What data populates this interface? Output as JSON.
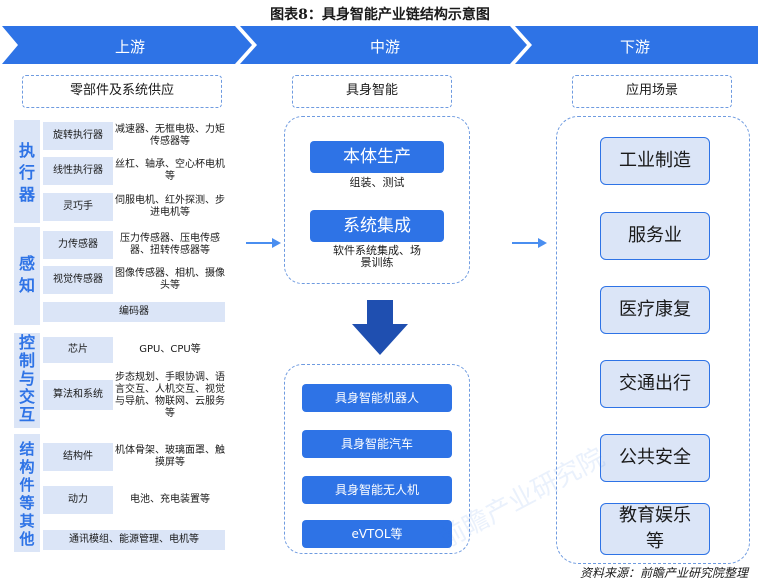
{
  "title": "图表8：具身智能产业链结构示意图",
  "stages": {
    "upstream": "上游",
    "midstream": "中游",
    "downstream": "下游"
  },
  "upstream": {
    "header": "零部件及系统供应",
    "groups": [
      {
        "name": "执行器",
        "items": [
          {
            "name": "旋转执行器",
            "desc": "减速器、无框电极、力矩传感器等"
          },
          {
            "name": "线性执行器",
            "desc": "丝杠、轴承、空心杯电机等"
          },
          {
            "name": "灵巧手",
            "desc": "伺服电机、红外探测、步进电机等"
          }
        ]
      },
      {
        "name": "感知",
        "items": [
          {
            "name": "力传感器",
            "desc": "压力传感器、压电传感器、扭转传感器等"
          },
          {
            "name": "视觉传感器",
            "desc": "图像传感器、相机、摄像头等"
          }
        ],
        "footer": "编码器"
      },
      {
        "name": "控制与交互",
        "items": [
          {
            "name": "芯片",
            "desc": "GPU、CPU等"
          },
          {
            "name": "算法和系统",
            "desc": "步态规划、手眼协调、语言交互、人机交互、视觉与导航、物联网、云服务等"
          }
        ]
      },
      {
        "name": "结构件等其他",
        "items": [
          {
            "name": "结构件",
            "desc": "机体骨架、玻璃面罩、触摸屏等"
          },
          {
            "name": "动力",
            "desc": "电池、充电装置等"
          }
        ],
        "footer": "通讯模组、能源管理、电机等"
      }
    ]
  },
  "midstream": {
    "header": "具身智能",
    "blocks": [
      {
        "title": "本体生产",
        "desc": "组装、测试"
      },
      {
        "title": "系统集成",
        "desc": "软件系统集成、场景训练"
      }
    ],
    "products": [
      "具身智能机器人",
      "具身智能汽车",
      "具身智能无人机",
      "eVTOL等"
    ]
  },
  "downstream": {
    "header": "应用场景",
    "scenes": [
      "工业制造",
      "服务业",
      "医疗康复",
      "交通出行",
      "公共安全",
      "教育娱乐等"
    ]
  },
  "watermark": "前瞻产业研究院",
  "source": "资料来源：前瞻产业研究院整理",
  "colors": {
    "accent": "#2e73e6",
    "light": "#dbe5f7",
    "dash": "#6f9be0"
  }
}
